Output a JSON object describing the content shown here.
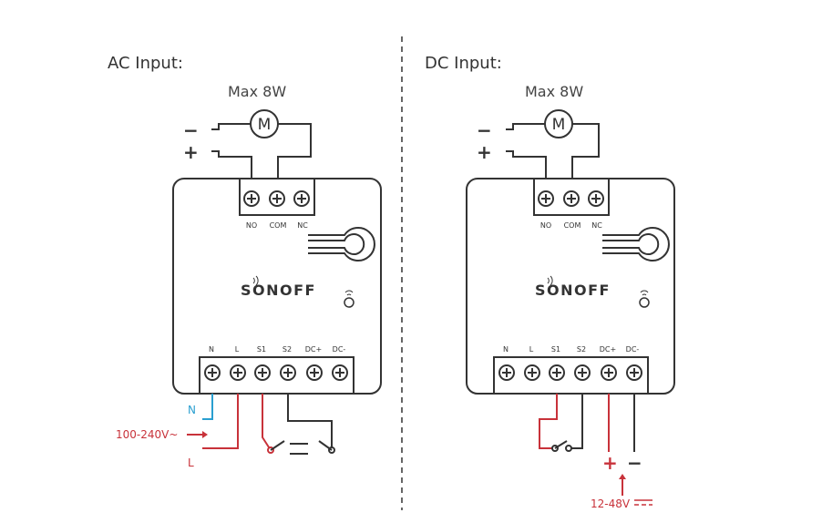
{
  "ac": {
    "heading": "AC Input:",
    "max_label": "Max 8W",
    "motor_letter": "M",
    "minus": "−",
    "plus": "+",
    "relay_terminals": [
      "NO",
      "COM",
      "NC"
    ],
    "logo": "SONOFF",
    "bottom_terminals": [
      "N",
      "L",
      "S1",
      "S2",
      "DC+",
      "DC-"
    ],
    "neutral_label": "N",
    "voltage_label": "100-240V~",
    "live_label": "L"
  },
  "dc": {
    "heading": "DC Input:",
    "max_label": "Max 8W",
    "motor_letter": "M",
    "minus": "−",
    "plus": "+",
    "relay_terminals": [
      "NO",
      "COM",
      "NC"
    ],
    "logo": "SONOFF",
    "bottom_terminals": [
      "N",
      "L",
      "S1",
      "S2",
      "DC+",
      "DC-"
    ],
    "dc_plus": "+",
    "dc_minus": "−",
    "voltage_label": "12-48V"
  },
  "colors": {
    "outline": "#333333",
    "live_red": "#c8323a",
    "neutral_blue": "#2a9fd0"
  }
}
